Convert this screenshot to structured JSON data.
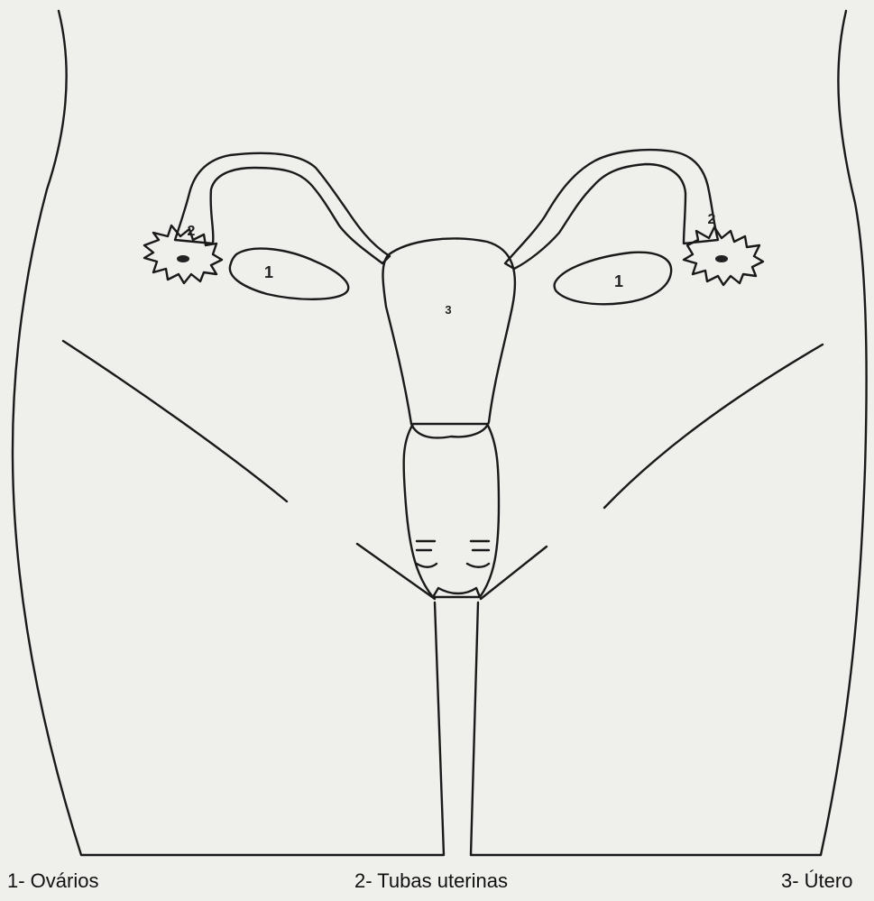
{
  "figure": {
    "labels": {
      "ovary_left": "1",
      "ovary_right": "1",
      "tube_left": "2",
      "tube_right": "2",
      "uterus": "3"
    }
  },
  "legend": {
    "item1": "1- Ovários",
    "item2": "2- Tubas uterinas",
    "item3": "3- Útero"
  },
  "colors": {
    "background": "#efefec",
    "ink": "#1a1a1a",
    "tube_fill": "#7d7d7d",
    "organ_fill": "#e2e2de"
  }
}
